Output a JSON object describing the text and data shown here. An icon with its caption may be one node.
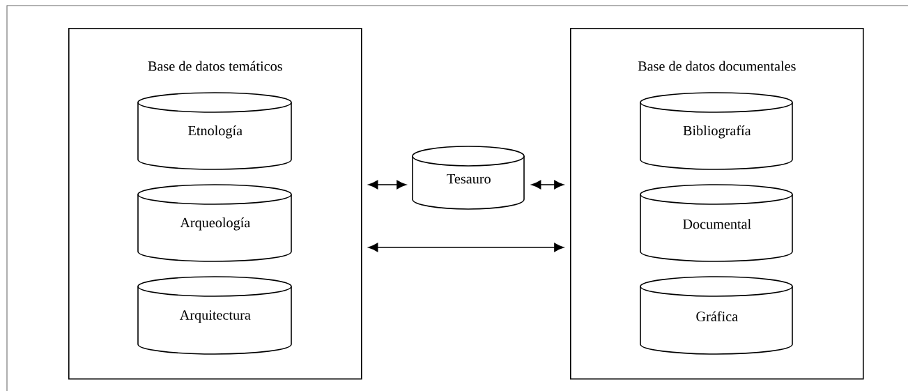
{
  "diagram": {
    "nodes": [
      {
        "text": [
          "Base de datos temáticos"
        ]
      },
      {
        "text": [
          "Etnología"
        ],
        "in": 0
      },
      {
        "text": [
          "Arqueología"
        ],
        "in": 0
      },
      {
        "text": [
          "Arquitectura"
        ],
        "in": 0
      },
      {
        "text": [
          "Tesauro"
        ]
      },
      {
        "text": [
          "Base de datos documentales"
        ]
      },
      {
        "text": [
          "Bibliografía"
        ],
        "in": 5
      },
      {
        "text": [
          "Documental"
        ],
        "in": 5
      },
      {
        "text": [
          "Gráfica"
        ],
        "in": 5
      }
    ],
    "edges": [
      {
        "from": 0,
        "to": 4,
        "arrow": "both"
      },
      {
        "from": 4,
        "to": 5,
        "arrow": "both"
      },
      {
        "from": 0,
        "to": 5,
        "arrow": "both"
      }
    ]
  }
}
